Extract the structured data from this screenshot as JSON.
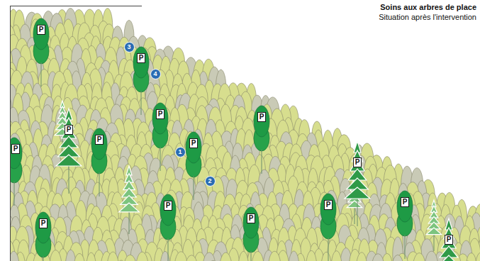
{
  "diagram": {
    "title": "Soins aux arbres de place",
    "nodes": [
      {
        "text": [
          "P"
        ]
      },
      {
        "text": [
          "3"
        ]
      },
      {
        "text": [
          "P"
        ]
      },
      {
        "text": [
          "4"
        ]
      },
      {
        "text": [
          "P"
        ]
      },
      {
        "text": [
          "P"
        ]
      },
      {
        "text": [
          "P"
        ]
      },
      {
        "text": [
          "P"
        ]
      },
      {
        "text": [
          "P"
        ]
      },
      {
        "text": [
          "P"
        ]
      },
      {
        "text": [
          "1"
        ]
      },
      {
        "text": [
          "P"
        ]
      },
      {
        "text": [
          "2"
        ]
      },
      {
        "text": [
          "P"
        ]
      },
      {
        "text": [
          "P"
        ]
      },
      {
        "text": [
          "P"
        ]
      },
      {
        "text": [
          "P"
        ]
      },
      {
        "text": [
          "P"
        ]
      },
      {
        "text": [
          "P"
        ]
      }
    ],
    "labels": [
      "Situation après l'intervention"
    ]
  }
}
